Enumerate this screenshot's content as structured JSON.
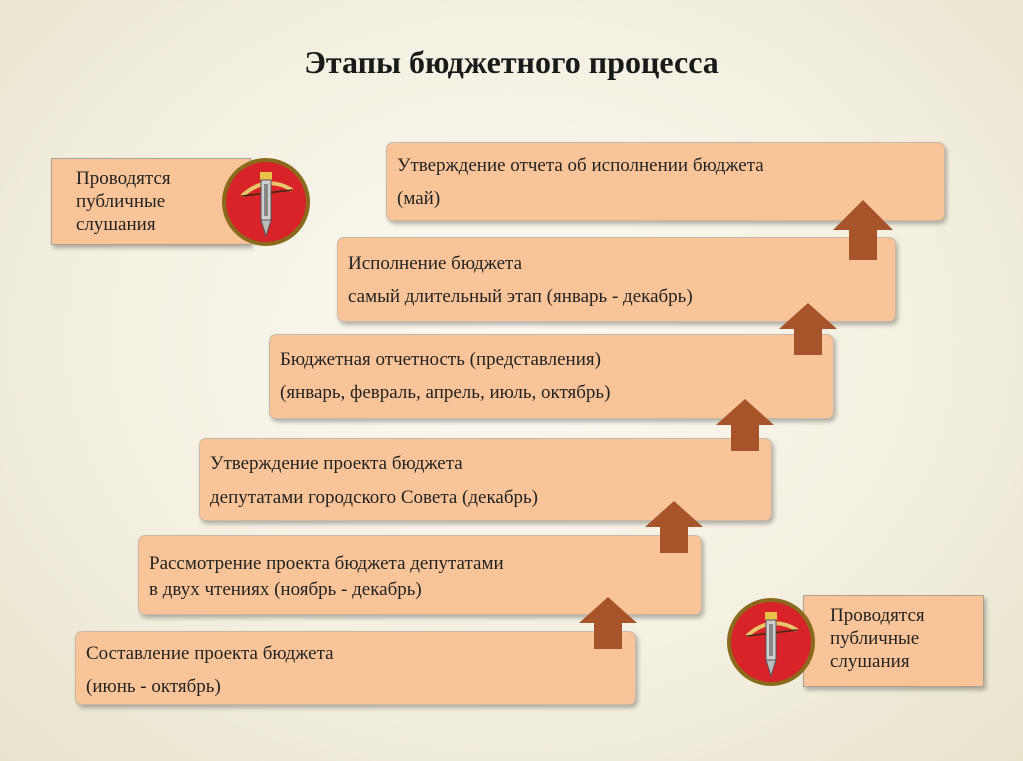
{
  "title": "Этапы бюджетного процесса",
  "stages": [
    {
      "line1": "Составление  проекта бюджета",
      "line2": "(июнь - октябрь)"
    },
    {
      "line1": "Рассмотрение проекта бюджета депутатами",
      "line2": "в двух чтениях (ноябрь - декабрь)"
    },
    {
      "line1": "Утверждение проекта бюджета",
      "line2": "депутатами городского Совета (декабрь)"
    },
    {
      "line1": "Бюджетная отчетность (представления)",
      "line2": "(январь, февраль, апрель, июль, октябрь)"
    },
    {
      "line1": "Исполнение бюджета",
      "line2": "самый длительный этап (январь - декабрь)"
    },
    {
      "line1": "Утверждение отчета об исполнении бюджета",
      "line2": "(май)"
    }
  ],
  "notes": [
    {
      "lines": [
        "Проводятся",
        "публичные",
        "слушания"
      ]
    },
    {
      "lines": [
        "Проводятся",
        "публичные",
        "слушания"
      ]
    }
  ],
  "colors": {
    "box": "#f9c497",
    "arrow": "#a8542a",
    "emblem_red": "#d8232a",
    "emblem_ring": "#8a6a1c"
  },
  "icons": [
    "up-arrow-icon",
    "city-emblem-icon"
  ]
}
